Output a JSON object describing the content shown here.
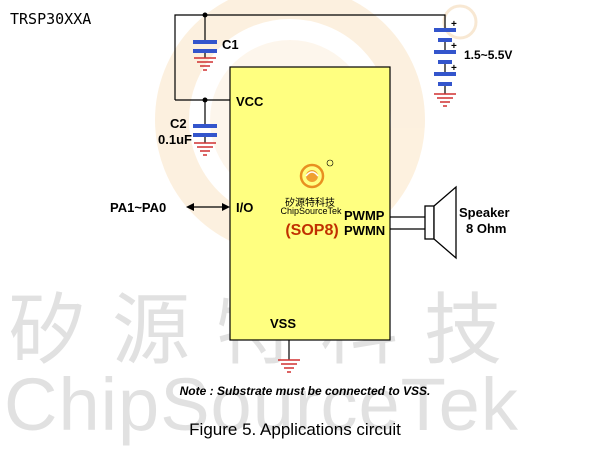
{
  "document_id": "TRSP30XXA",
  "watermark": {
    "chinese": "矽源特科技",
    "english": "ChipSourceTek"
  },
  "chip": {
    "brand_cn": "矽源特科技",
    "brand_en": "ChipSourceTek",
    "package": "(SOP8)",
    "pins": {
      "vcc": "VCC",
      "io": "I/O",
      "pwmp": "PWMP",
      "pwmn": "PWMN",
      "vss": "VSS"
    }
  },
  "components": {
    "c1": "C1",
    "c2_name": "C2",
    "c2_value": "0.1uF",
    "battery_voltage": "1.5~5.5V",
    "battery_plus": "+",
    "speaker_name": "Speaker",
    "speaker_impedance": "8 Ohm",
    "io_port": "PA1~PA0"
  },
  "note": "Note : Substrate must be connected to VSS.",
  "caption": "Figure 5.  Applications circuit",
  "colors": {
    "chip_fill": "#ffff80",
    "capacitor": "#3355cc",
    "ground": "#d03030",
    "logo_ring": "#f0b060"
  }
}
